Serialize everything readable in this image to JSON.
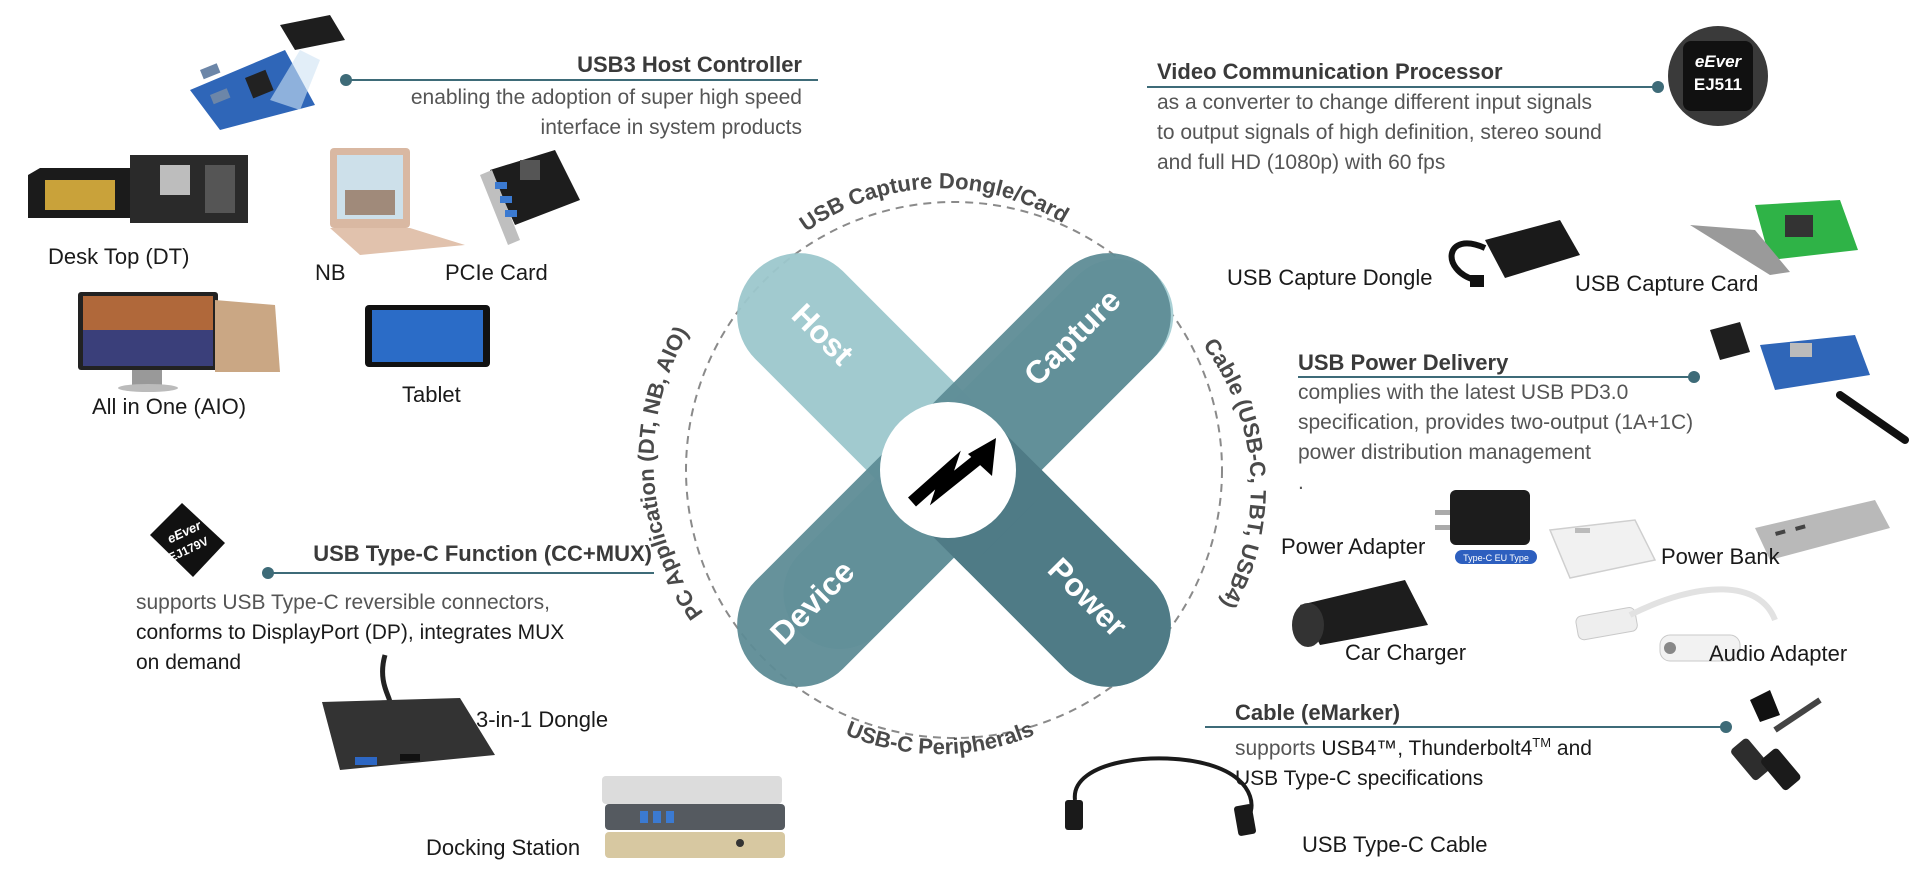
{
  "center": {
    "ring_labels": {
      "top": "USB Capture Dongle/Card",
      "right": "Cable (USB-C, TBT, USB4)",
      "bottom": "USB-C Peripherals",
      "left": "PC Application (DT, NB, AIO)"
    },
    "petals": {
      "host": "Host",
      "capture": "Capture",
      "device": "Device",
      "power": "Power"
    },
    "colors": {
      "host": "#9cc7cc",
      "capture": "#5e8c96",
      "device": "#a9d0d5",
      "power": "#4f7b86",
      "rule": "#3e6b78"
    }
  },
  "sections": {
    "host_controller": {
      "title": "USB3 Host Controller",
      "desc": [
        "enabling the adoption of super high speed",
        "interface in system products"
      ]
    },
    "video_processor": {
      "title": "Video Communication Processor",
      "desc": [
        "as a converter to change different input signals",
        "to output signals of high definition, stereo sound",
        "and full HD (1080p) with 60 fps"
      ],
      "chip_brand": "eEver",
      "chip_model": "EJ511"
    },
    "power_delivery": {
      "title": "USB Power Delivery",
      "desc": [
        "complies with the latest USB PD3.0",
        "specification, provides two-output (1A+1C)",
        "power distribution management",
        "."
      ]
    },
    "typec_function": {
      "title": "USB Type-C Function (CC+MUX)",
      "desc_grey": "supports USB Type-C reversible connectors,",
      "desc_dark": [
        "conforms to DisplayPort (DP), integrates MUX",
        "on demand"
      ],
      "chip_brand": "eEver",
      "chip_model": "EJ179V"
    },
    "emarker": {
      "title": "Cable (eMarker)",
      "desc_prefix": "supports ",
      "desc_usb4": "USB4™, Thunderbolt4",
      "desc_tm": "TM",
      "desc_and": " and",
      "desc_line2": "USB Type-C specifications"
    }
  },
  "labels": {
    "desktop": "Desk Top (DT)",
    "nb": "NB",
    "pcie": "PCIe Card",
    "aio": "All in One (AIO)",
    "tablet": "Tablet",
    "capture_dongle": "USB Capture Dongle",
    "capture_card": "USB Capture Card",
    "power_adapter": "Power Adapter",
    "power_bank": "Power Bank",
    "car_charger": "Car Charger",
    "audio_adapter": "Audio Adapter",
    "dongle_3in1": "3-in-1 Dongle",
    "docking": "Docking Station",
    "typec_cable": "USB Type-C Cable",
    "adapter_tag": "Type-C EU Type"
  },
  "icons": {
    "center": "lightning-arrow-icon"
  }
}
